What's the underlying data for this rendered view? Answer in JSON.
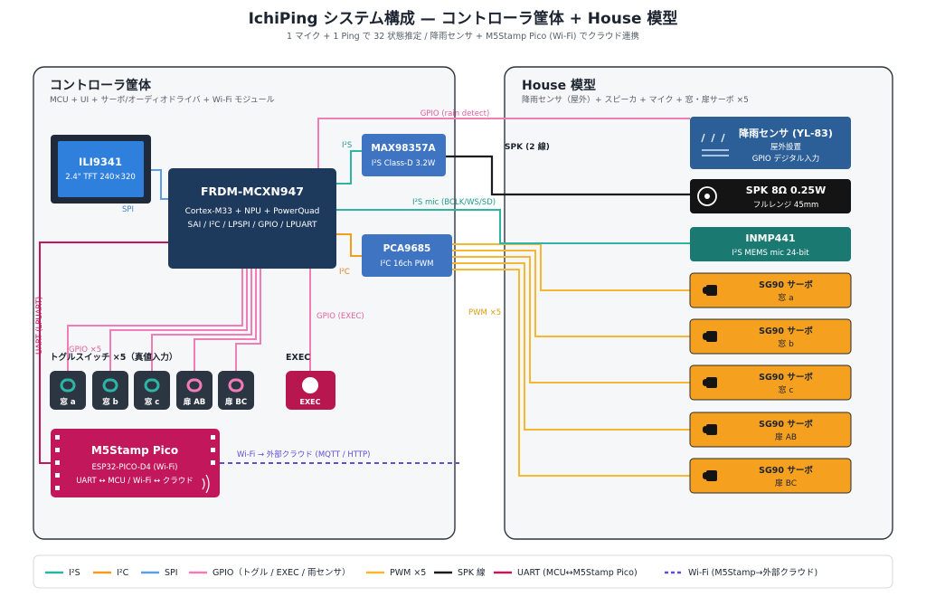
{
  "header": {
    "title": "IchiPing システム構成 — コントローラ筐体 + House 模型",
    "subtitle": "1 マイク + 1 Ping で 32 状態推定 / 降雨センサ + M5Stamp Pico (Wi-Fi) でクラウド連携"
  },
  "controller_panel": {
    "title": "コントローラ筐体",
    "subtitle": "MCU + UI + サーボ/オーディオドライバ + Wi-Fi モジュール"
  },
  "house_panel": {
    "title": "House 模型",
    "subtitle": "降雨センサ（屋外）+ スピーカ + マイク + 窓・扉サーボ ×5"
  },
  "display": {
    "name": "ILI9341",
    "spec": "2.4\" TFT 240×320"
  },
  "mcu": {
    "name": "FRDM-MCXN947",
    "line1": "Cortex-M33 + NPU + PowerQuad",
    "line2": "SAI / I²C / LPSPI / GPIO / LPUART"
  },
  "amp": {
    "name": "MAX98357A",
    "spec": "I²S Class-D 3.2W"
  },
  "pwm_driver": {
    "name": "PCA9685",
    "spec": "I²C 16ch PWM"
  },
  "switches": {
    "title": "トグルスイッチ ×5（真値入力）",
    "items": [
      "窓 a",
      "窓 b",
      "窓 c",
      "扉 AB",
      "扉 BC"
    ]
  },
  "exec": {
    "title": "EXEC",
    "label": "EXEC"
  },
  "wifi_module": {
    "name": "M5Stamp Pico",
    "line1": "ESP32-PICO-D4 (Wi-Fi)",
    "line2": "UART ↔ MCU / Wi-Fi ↔ クラウド"
  },
  "rain_sensor": {
    "name": "降雨センサ (YL-83)",
    "line1": "屋外設置",
    "line2": "GPIO デジタル入力"
  },
  "speaker": {
    "name": "SPK 8Ω 0.25W",
    "spec": "フルレンジ 45mm"
  },
  "mic": {
    "name": "INMP441",
    "spec": "I²S MEMS mic 24-bit"
  },
  "servos": [
    {
      "name": "SG90 サーボ",
      "target": "窓 a"
    },
    {
      "name": "SG90 サーボ",
      "target": "窓 b"
    },
    {
      "name": "SG90 サーボ",
      "target": "窓 c"
    },
    {
      "name": "SG90 サーボ",
      "target": "扉 AB"
    },
    {
      "name": "SG90 サーボ",
      "target": "扉 BC"
    }
  ],
  "connection_labels": {
    "gpio_rain": "GPIO (rain detect)",
    "i2s_amp": "I²S",
    "spk": "SPK (2 線)",
    "i2s_mic": "I²S mic (BCLK/WS/SD)",
    "spi": "SPI",
    "i2c": "I²C",
    "pwm": "PWM ×5",
    "gpio_exec": "GPIO (EXEC)",
    "gpio_switch": "GPIO ×5",
    "uart": "UART (LPUART)",
    "wifi": "Wi-Fi → 外部クラウド (MQTT / HTTP)"
  },
  "legend": [
    {
      "label": "I²S",
      "color": "#2cb5a5",
      "style": "solid"
    },
    {
      "label": "I²C",
      "color": "#f39c1f",
      "style": "solid"
    },
    {
      "label": "SPI",
      "color": "#5b9ee6",
      "style": "solid"
    },
    {
      "label": "GPIO（トグル / EXEC / 雨センサ）",
      "color": "#f07cb8",
      "style": "solid"
    },
    {
      "label": "PWM ×5",
      "color": "#f5b82e",
      "style": "solid"
    },
    {
      "label": "SPK 線",
      "color": "#1c1c1c",
      "style": "solid"
    },
    {
      "label": "UART (MCU↔M5Stamp Pico)",
      "color": "#c2185b",
      "style": "solid"
    },
    {
      "label": "Wi-Fi (M5Stamp→外部クラウド)",
      "color": "#5b4fd6",
      "style": "dashed"
    }
  ]
}
